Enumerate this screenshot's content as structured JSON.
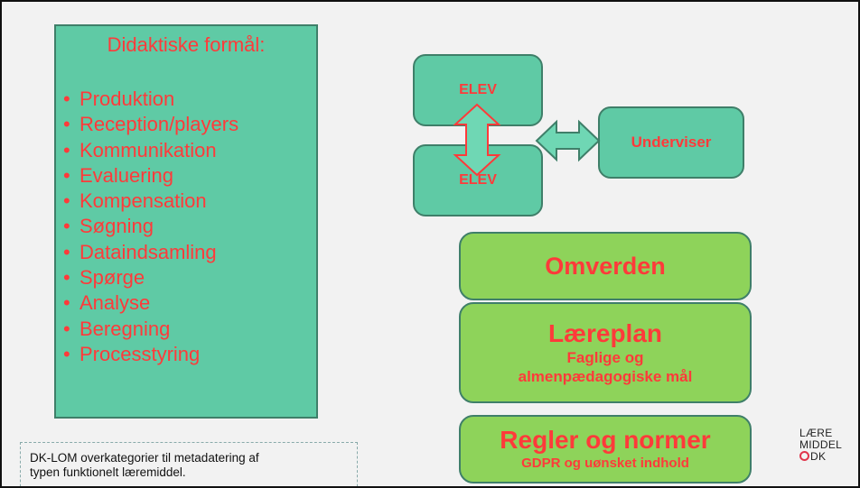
{
  "panel": {
    "title": "Didaktiske formål:",
    "items": [
      "Produktion",
      "Reception/players",
      "Kommunikation",
      "Evaluering",
      "Kompensation",
      "Søgning",
      "Dataindsamling",
      "Spørge",
      "Analyse",
      "Beregning",
      "Processtyring"
    ]
  },
  "note": {
    "line1": "DK-LOM overkategorier til metadatering af",
    "line2": "typen funktionelt læremiddel."
  },
  "diagram": {
    "elev_top": "ELEV",
    "elev_bottom": "ELEV",
    "underviser": "Underviser"
  },
  "omverden": "Omverden",
  "laereplan": {
    "title": "Læreplan",
    "sub1": "Faglige og",
    "sub2": "almenpædagogiske mål"
  },
  "regler": {
    "title": "Regler og normer",
    "sub": "GDPR og uønsket indhold"
  },
  "logo": {
    "line1": "LÆRE",
    "line2": "MIDDEL",
    "line3": "DK"
  },
  "colors": {
    "teal": "#5fcaa5",
    "green": "#8ed35a",
    "text_red": "#ff3a3a",
    "border": "#3f7f69",
    "arrow_fill": "#6fd7b4",
    "arrow_stroke": "#ff3a3a"
  }
}
